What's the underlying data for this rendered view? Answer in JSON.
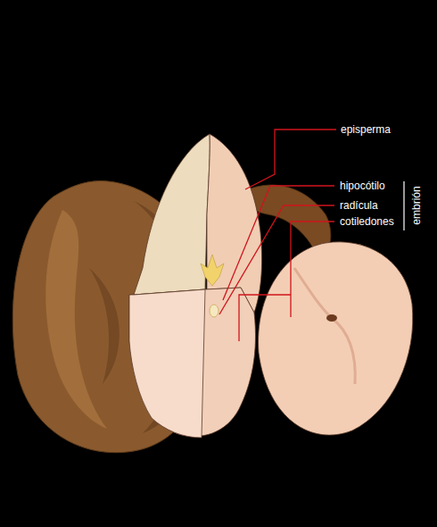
{
  "diagram": {
    "labels": [
      "episperma",
      "hipocótilo",
      "radícula",
      "cotiledones",
      "embrión"
    ]
  }
}
